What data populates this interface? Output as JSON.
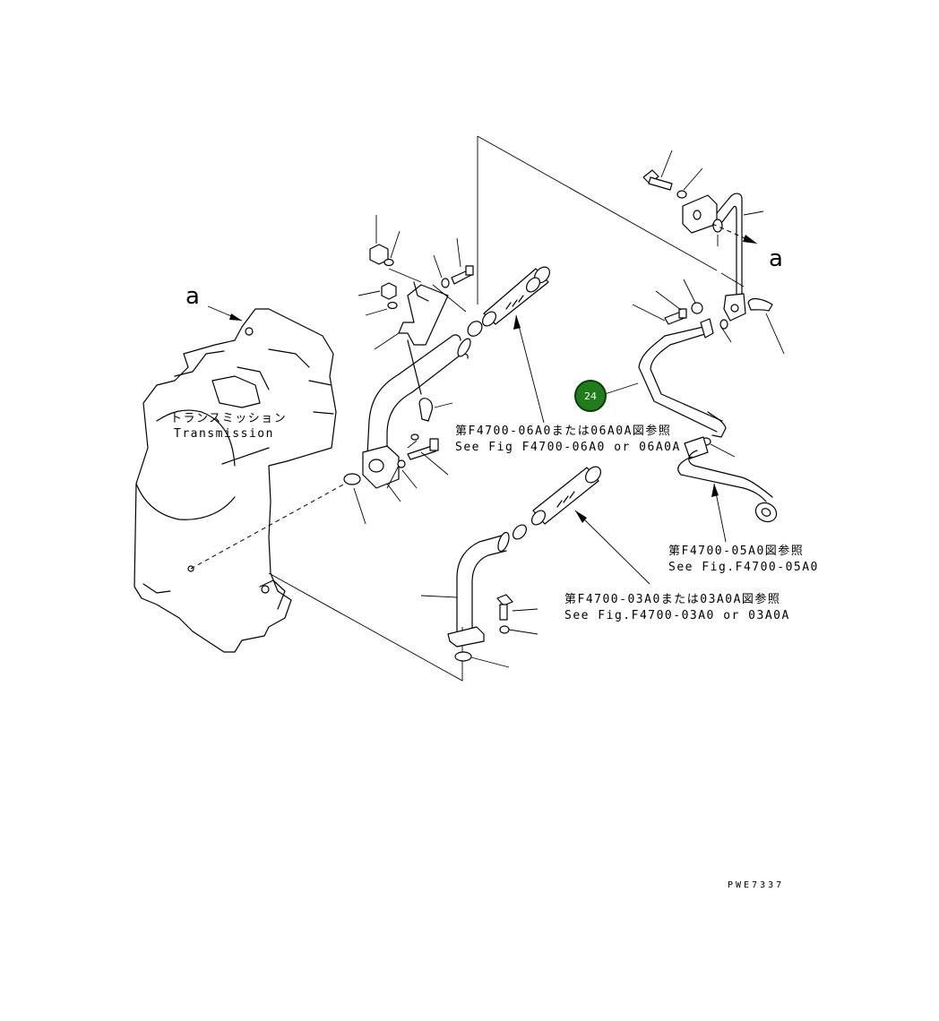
{
  "labels": {
    "transmission_jp": "トランスミッション",
    "transmission_en": "Transmission",
    "ref_06a0_jp": "第F4700-06A0または06A0A図参照",
    "ref_06a0_en": "See Fig F4700-06A0 or 06A0A",
    "ref_05a0_jp": "第F4700-05A0図参照",
    "ref_05a0_en": "See Fig.F4700-05A0",
    "ref_03a0_jp": "第F4700-03A0または03A0A図参照",
    "ref_03a0_en": "See Fig.F4700-03A0 or 03A0A",
    "view_letter_left": "a",
    "view_letter_right": "a"
  },
  "callout": {
    "number": "24",
    "color": "#1f7d1a"
  },
  "drawing_id": "PWE7337"
}
